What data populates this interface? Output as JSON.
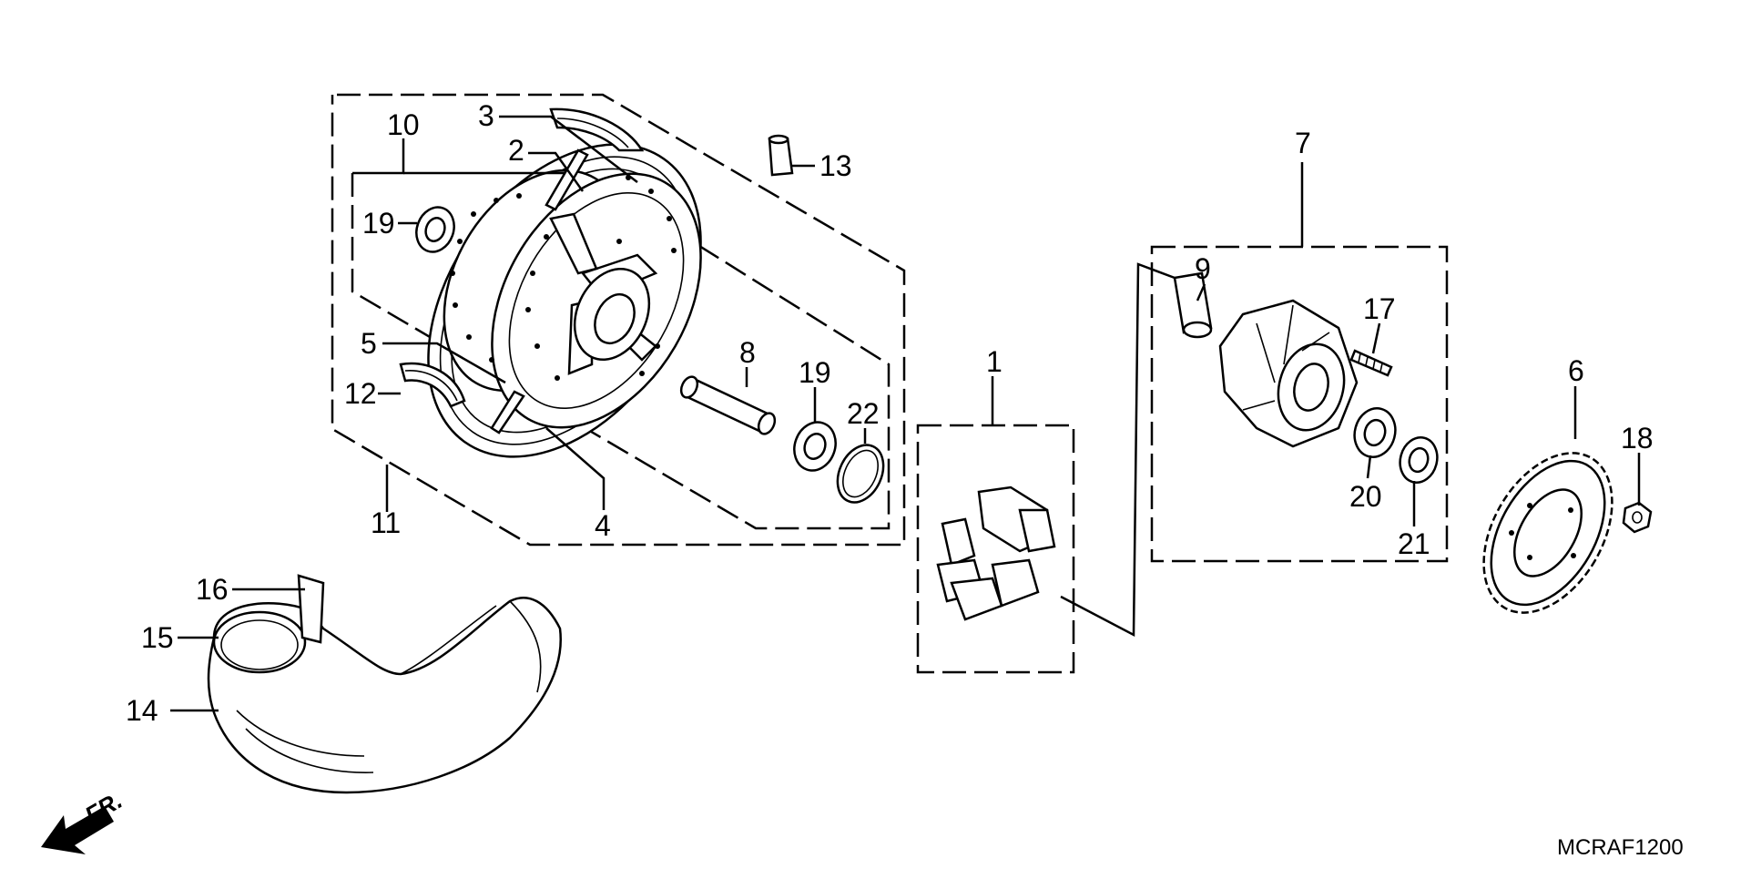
{
  "diagram_code": "MCRAF1200",
  "direction_label": "FR.",
  "callouts": {
    "p1": "1",
    "p2": "2",
    "p3": "3",
    "p4": "4",
    "p5": "5",
    "p6": "6",
    "p7": "7",
    "p8": "8",
    "p9": "9",
    "p10": "10",
    "p11": "11",
    "p12": "12",
    "p13": "13",
    "p14": "14",
    "p15": "15",
    "p16": "16",
    "p17": "17",
    "p18": "18",
    "p19a": "19",
    "p19b": "19",
    "p20": "20",
    "p21": "21",
    "p22": "22"
  }
}
